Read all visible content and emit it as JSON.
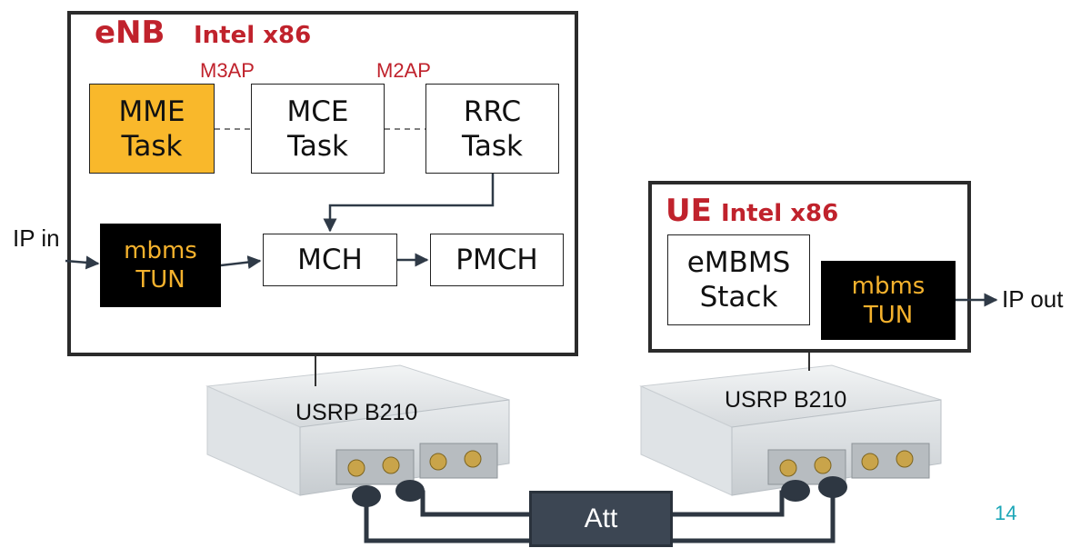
{
  "enb": {
    "title": "eNB",
    "subtitle": "Intel x86",
    "m3ap_label": "M3AP",
    "m2ap_label": "M2AP",
    "mme": {
      "line1": "MME",
      "line2": "Task"
    },
    "mce": {
      "line1": "MCE",
      "line2": "Task"
    },
    "rrc": {
      "line1": "RRC",
      "line2": "Task"
    },
    "tun": {
      "line1": "mbms",
      "line2": "TUN"
    },
    "mch": "MCH",
    "pmch": "PMCH",
    "ip_in": "IP in"
  },
  "ue": {
    "title": "UE",
    "subtitle": "Intel x86",
    "embms": {
      "line1": "eMBMS",
      "line2": "Stack"
    },
    "tun": {
      "line1": "mbms",
      "line2": "TUN"
    },
    "ip_out": "IP out"
  },
  "usrp_left": "USRP B210",
  "usrp_right": "USRP B210",
  "attenuator": "Att",
  "page_number": "14",
  "colors": {
    "accent_red": "#c0222c",
    "mme_gold": "#f9b82b",
    "tun_text": "#f5b22d",
    "page_number": "#1aa6b7",
    "att_fill": "#3c4653"
  }
}
